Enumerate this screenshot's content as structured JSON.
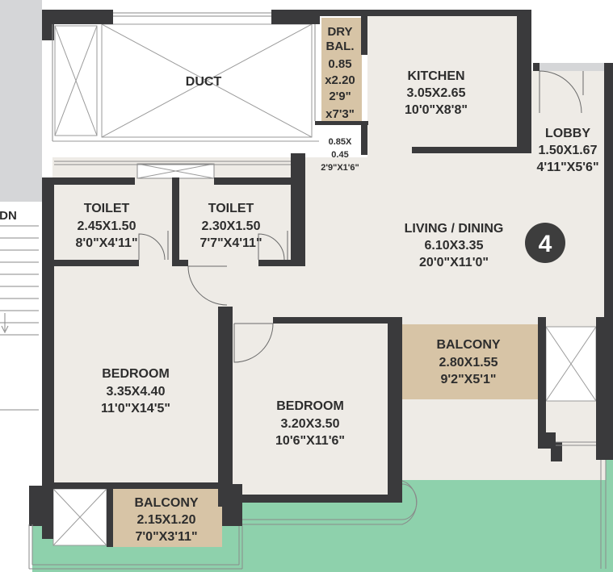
{
  "stair_label": "DN",
  "unit_number": "4",
  "rooms": {
    "duct": {
      "name": "DUCT"
    },
    "dry_balcony": {
      "lines": [
        "DRY",
        "BAL.",
        "0.85",
        "x2.20",
        "2'9\"",
        "x7'3\""
      ]
    },
    "small_space": {
      "lines": [
        "0.85X",
        "0.45",
        "2'9\"X1'6\""
      ]
    },
    "kitchen": {
      "name": "KITCHEN",
      "size_m": "3.05X2.65",
      "size_ft": "10'0\"X8'8\""
    },
    "lobby": {
      "name": "LOBBY",
      "size_m": "1.50X1.67",
      "size_ft": "4'11\"X5'6\""
    },
    "toilet_1": {
      "name": "TOILET",
      "size_m": "2.45X1.50",
      "size_ft": "8'0\"X4'11\""
    },
    "toilet_2": {
      "name": "TOILET",
      "size_m": "2.30X1.50",
      "size_ft": "7'7\"X4'11\""
    },
    "living_dining": {
      "name": "LIVING / DINING",
      "size_m": "6.10X3.35",
      "size_ft": "20'0\"X11'0\""
    },
    "balcony_1": {
      "name": "BALCONY",
      "size_m": "2.80X1.55",
      "size_ft": "9'2\"X5'1\""
    },
    "bedroom_1": {
      "name": "BEDROOM",
      "size_m": "3.35X4.40",
      "size_ft": "11'0\"X14'5\""
    },
    "bedroom_2": {
      "name": "BEDROOM",
      "size_m": "3.20X3.50",
      "size_ft": "10'6\"X11'6\""
    },
    "balcony_2": {
      "name": "BALCONY",
      "size_m": "2.15X1.20",
      "size_ft": "7'0\"X3'11\""
    }
  },
  "colors": {
    "floor": "#eeebe6",
    "wall": "#3a3a3c",
    "balcony": "#d7c4a6",
    "garden": "#8ed1ac",
    "shaft": "#ffffff",
    "exterior": "#d5d6d8",
    "badge": "#3d3d3d"
  }
}
